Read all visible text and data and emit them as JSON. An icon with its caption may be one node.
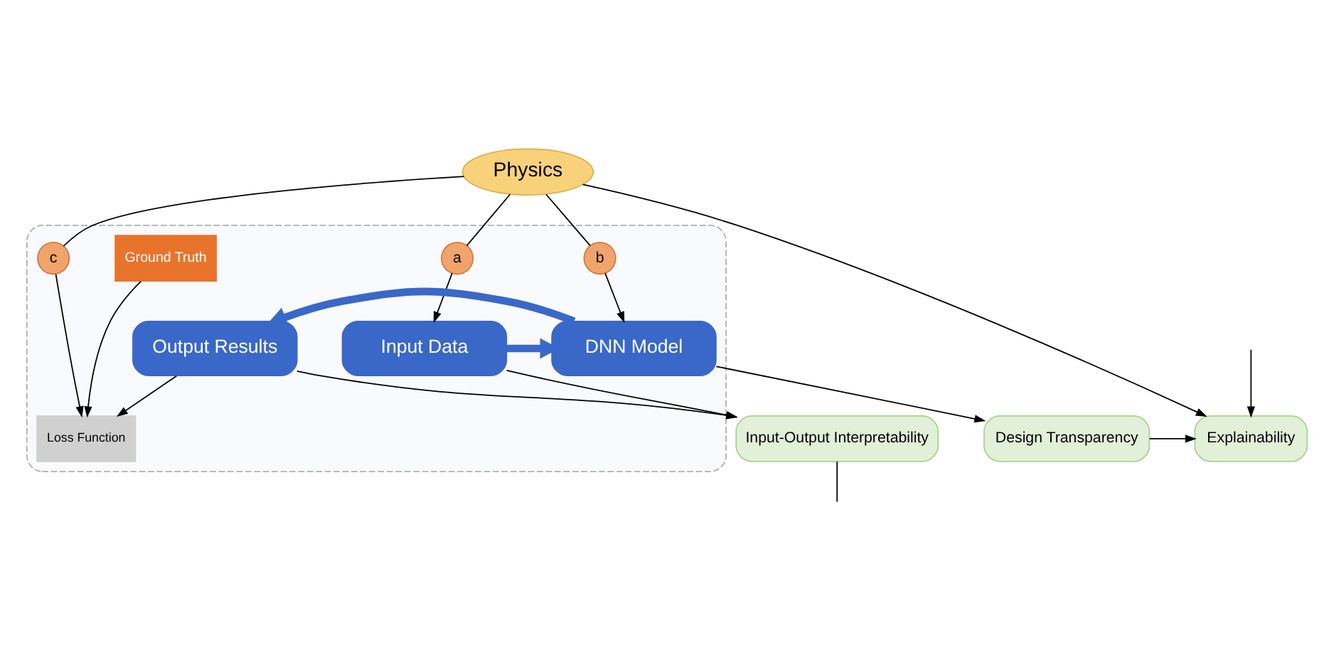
{
  "diagram": {
    "nodes": [
      {
        "text": [
          "Physics"
        ]
      },
      {
        "text": [],
        "shape": "box"
      },
      {
        "text": [
          "a"
        ],
        "in": 1
      },
      {
        "text": [
          "b"
        ],
        "in": 1
      },
      {
        "text": [
          "c"
        ],
        "in": 1
      },
      {
        "text": [
          "Ground Truth"
        ],
        "in": 1
      },
      {
        "text": [
          "Loss Function"
        ],
        "in": 1
      },
      {
        "text": [
          "Input Data"
        ],
        "in": 1
      },
      {
        "text": [
          "DNN Model"
        ],
        "in": 1
      },
      {
        "text": [
          "Output Results"
        ],
        "in": 1
      },
      {
        "text": [
          "Explainability"
        ]
      },
      {
        "text": [
          "Design Transparency"
        ]
      },
      {
        "text": [
          "Input-Output Interpretability"
        ]
      }
    ],
    "edges": [
      {
        "from": 0,
        "to": 2,
        "arrow": "none"
      },
      {
        "from": 2,
        "to": 7,
        "arrow": "to"
      },
      {
        "from": 0,
        "to": 3,
        "arrow": "none"
      },
      {
        "from": 3,
        "to": 8,
        "arrow": "to"
      },
      {
        "from": 0,
        "to": 4,
        "arrow": "none"
      },
      {
        "from": 4,
        "to": 6,
        "arrow": "to"
      },
      {
        "from": 5,
        "to": 6,
        "arrow": "to"
      },
      {
        "from": 9,
        "to": 6,
        "arrow": "to"
      },
      {
        "from": 7,
        "to": 8,
        "arrow": "to",
        "style": "thick",
        "color": "#3a68c8"
      },
      {
        "from": 8,
        "to": 9,
        "arrow": "to",
        "style": "thick",
        "color": "#3a68c8"
      },
      {
        "from": 8,
        "to": 11,
        "arrow": "to"
      },
      {
        "from": 11,
        "to": 10,
        "arrow": "to"
      },
      {
        "from": 0,
        "to": 10,
        "arrow": "to"
      },
      {
        "from": 7,
        "to": 12,
        "arrow": "to"
      },
      {
        "from": 9,
        "to": 12,
        "arrow": "to"
      },
      {
        "from": 12,
        "to": null,
        "arrow": "none"
      },
      {
        "from": null,
        "to": 10,
        "arrow": "to"
      }
    ]
  }
}
